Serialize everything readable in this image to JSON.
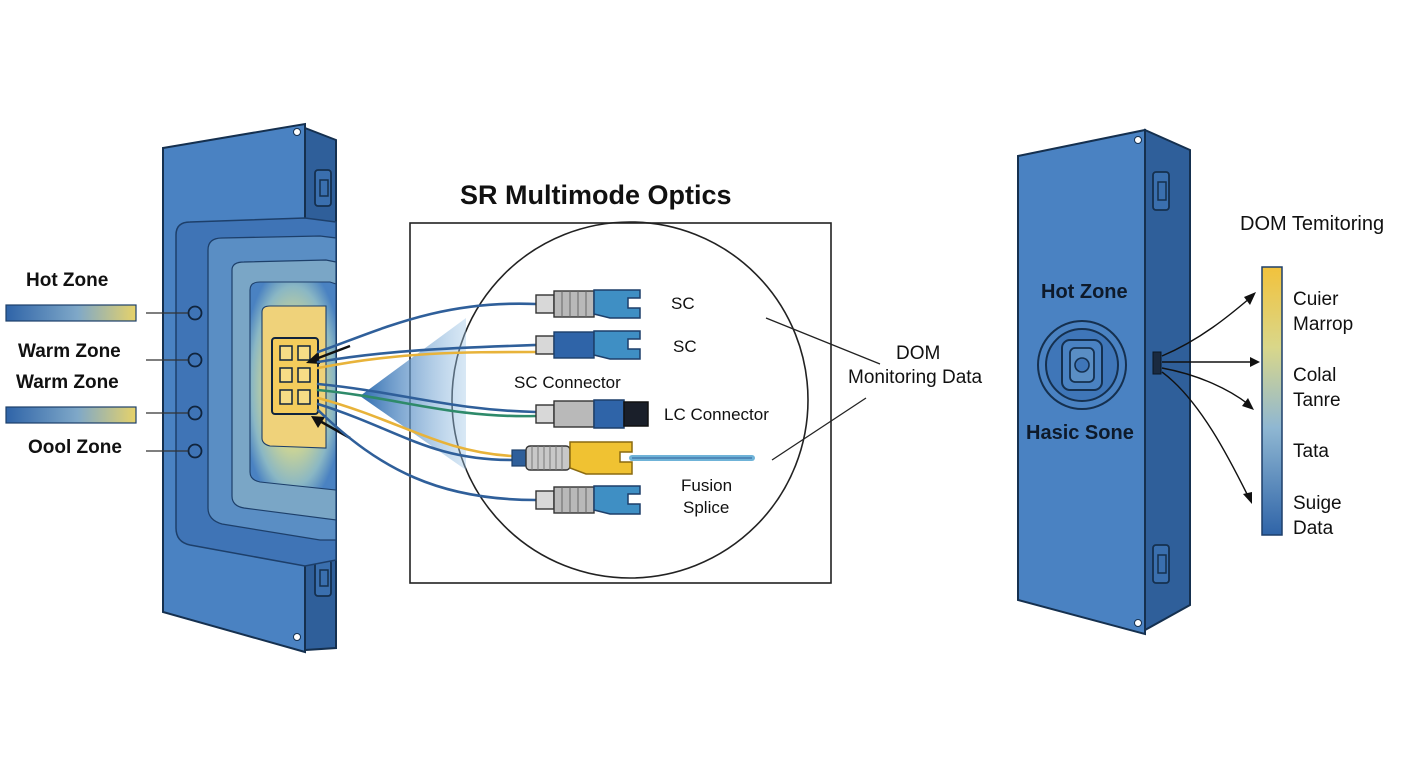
{
  "diagram": {
    "title": "SR Multimode Optics",
    "left_zones": [
      "Hot Zone",
      "Warm Zone",
      "Warm Zone",
      "Oool Zone"
    ],
    "connectors": {
      "sc_top": "SC",
      "sc_second": "SC",
      "sc_connector": "SC Connector",
      "lc_connector": "LC Connector",
      "fusion_splice_line1": "Fusion",
      "fusion_splice_line2": "Splice"
    },
    "dom_callout": {
      "line1": "DOM",
      "line2": "Monitoring Data"
    },
    "right_enclosure": {
      "top_label": "Hot Zone",
      "bottom_label": "Hasic Sone"
    },
    "dom_scale": {
      "title": "DOM Temitoring",
      "items": [
        {
          "line1": "Cuier",
          "line2": "Marrop"
        },
        {
          "line1": "Colal",
          "line2": "Tanre"
        },
        {
          "line1": "Tata",
          "line2": ""
        },
        {
          "line1": "Suige",
          "line2": "Data"
        }
      ]
    },
    "colors": {
      "enclosure_blue": "#4a82c2",
      "enclosure_dark": "#2f5f9a",
      "hot_yellow": "#f2c94c",
      "cable_yellow": "#e8b33a",
      "cable_blue": "#2f5f9a",
      "connector_blue": "#3f8fc4"
    }
  }
}
